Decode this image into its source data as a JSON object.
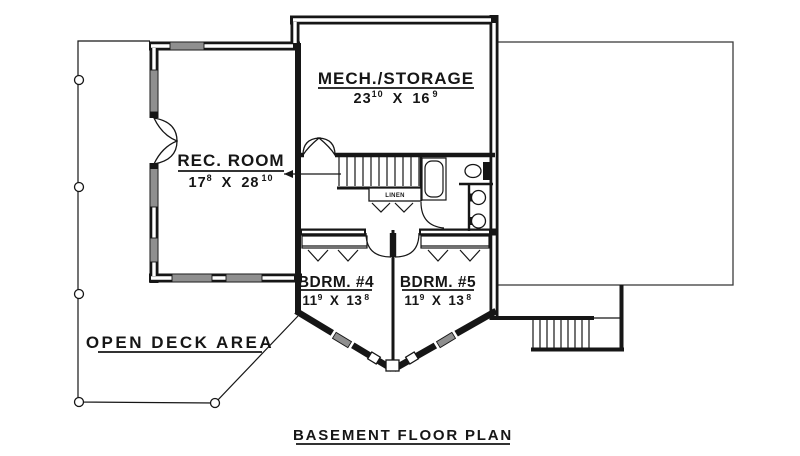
{
  "drawing_title": "BASEMENT FLOOR PLAN",
  "rooms": {
    "mech": {
      "name": "MECH./STORAGE",
      "dim": {
        "w": "23",
        "w_sup": "10",
        "sep": "X",
        "h": "16",
        "h_sup": "9"
      }
    },
    "rec": {
      "name": "REC.  ROOM",
      "dim": {
        "w": "17",
        "w_sup": "8",
        "sep": "X",
        "h": "28",
        "h_sup": "10"
      }
    },
    "bdrm4": {
      "name": "BDRM.  #4",
      "dim": {
        "w": "11",
        "w_sup": "9",
        "sep": "X",
        "h": "13",
        "h_sup": "8"
      }
    },
    "bdrm5": {
      "name": "BDRM.  #5",
      "dim": {
        "w": "11",
        "w_sup": "9",
        "sep": "X",
        "h": "13",
        "h_sup": "8"
      }
    },
    "deck": {
      "name": "OPEN  DECK  AREA"
    },
    "linen": {
      "name": "LINEN"
    }
  },
  "colors": {
    "ink": "#161616",
    "paper": "#ffffff",
    "window_fill": "#8f8f8f",
    "outline_light": "#3c3c3c"
  }
}
